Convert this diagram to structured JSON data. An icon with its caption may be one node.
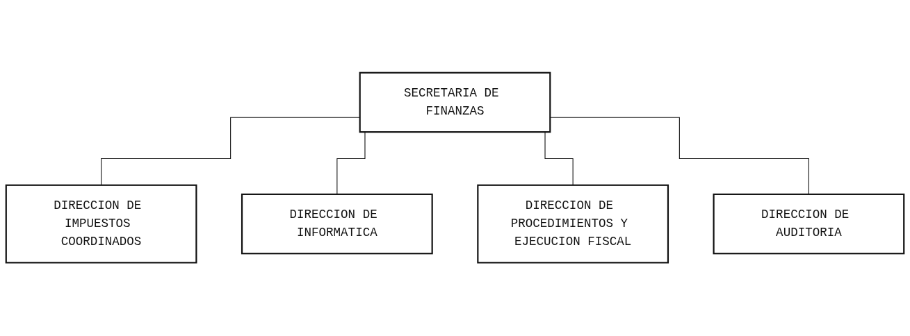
{
  "diagram": {
    "nodes": [
      {
        "text": [
          "SECRETARIA DE FINANZAS"
        ]
      },
      {
        "text": [
          "DIRECCION DE IMPUESTOS COORDINADOS"
        ]
      },
      {
        "text": [
          "DIRECCION DE INFORMATICA"
        ]
      },
      {
        "text": [
          "DIRECCION DE PROCEDIMIENTOS Y EJECUCION FISCAL"
        ]
      },
      {
        "text": [
          "DIRECCION DE AUDITORIA"
        ]
      }
    ],
    "edges": [
      {
        "from": 0,
        "to": 1,
        "arrow": "none"
      },
      {
        "from": 0,
        "to": 2,
        "arrow": "none"
      },
      {
        "from": 0,
        "to": 3,
        "arrow": "none"
      },
      {
        "from": 0,
        "to": 4,
        "arrow": "none"
      }
    ]
  }
}
